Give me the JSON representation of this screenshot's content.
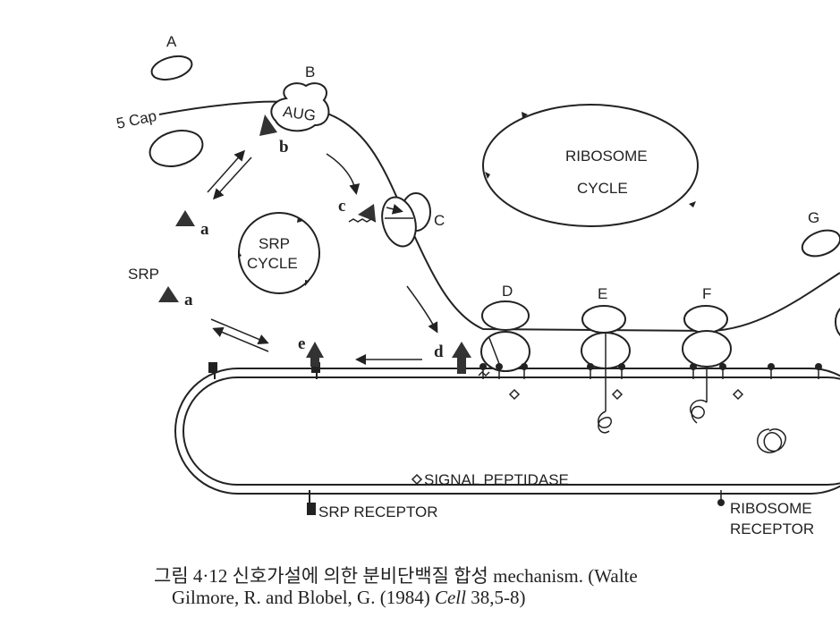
{
  "figure": {
    "labels": {
      "A": "A",
      "B": "B",
      "C": "C",
      "D": "D",
      "E": "E",
      "F": "F",
      "G": "G",
      "a1": "a",
      "a2": "a",
      "b": "b",
      "c": "c",
      "d": "d",
      "e": "e",
      "cap5": "5 Cap",
      "aug": "AUG",
      "srp": "SRP",
      "srp_cycle_1": "SRP",
      "srp_cycle_2": "CYCLE",
      "ribosome_cycle_1": "RIBOSOME",
      "ribosome_cycle_2": "CYCLE",
      "signal_peptidase": "SIGNAL PEPTIDASE",
      "srp_receptor": "SRP RECEPTOR",
      "ribosome_receptor_1": "RIBOSOME",
      "ribosome_receptor_2": "RECEPTOR"
    }
  },
  "caption": {
    "line1_prefix": "그림 4·12  신호가설에 의한 분비단백질 합성 mechanism. (Walte",
    "line2_prefix": "Gilmore, R. and Blobel, G. (1984) ",
    "journal": "Cell",
    "line2_suffix": " 38,5-8)"
  }
}
